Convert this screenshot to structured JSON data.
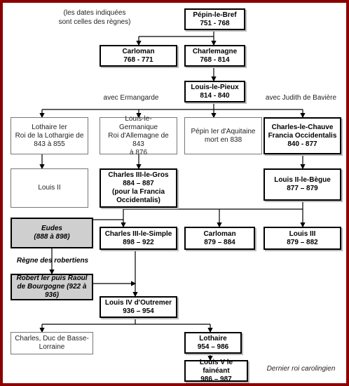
{
  "note": [
    "(les dates indiquées",
    "sont celles des règnes)"
  ],
  "people": {
    "pepin_le_bref": [
      "Pépin-le-Bref",
      "751 - 768"
    ],
    "carloman_1": [
      "Carloman",
      "768 - 771"
    ],
    "charlemagne": [
      "Charlemagne",
      "768 - 814"
    ],
    "louis_le_pieux": [
      "Louis-le-Pieux",
      "814 - 840"
    ],
    "lothaire_1": [
      "Lothaire Ier",
      "Roi de la Lothargie de",
      "843 à 855"
    ],
    "louis_le_germanique": [
      "Louis-le-",
      "Germanique",
      "Roi d'Allemagne de 843",
      "à 876"
    ],
    "pepin_aquitaine": [
      "Pépin Ier d'Aquitaine",
      "mort en 838"
    ],
    "charles_le_chauve": [
      "Charles-le-Chauve",
      "Francia Occidentalis",
      "840 - 877"
    ],
    "louis_ii": [
      "Louis II"
    ],
    "charles_le_gros": [
      "Charles III-le-Gros",
      "884 – 887",
      "(pour la Francia",
      "Occidentalis)"
    ],
    "louis_le_begue": [
      "Louis II-le-Bègue",
      "877 – 879"
    ],
    "eudes": [
      "Eudes",
      "(888 à 898)"
    ],
    "charles_le_simple": [
      "Charles III-le-Simple",
      "898 – 922"
    ],
    "carloman_2": [
      "Carloman",
      "879 – 884"
    ],
    "louis_iii": [
      "Louis III",
      "879 – 882"
    ],
    "robert_raoul": [
      "Robert Ier puis Raoul",
      "de Bourgogne (922 à",
      "936)"
    ],
    "louis_iv": [
      "Louis IV d'Outremer",
      "936 – 954"
    ],
    "charles_basse_lorraine": [
      "Charles, Duc de Basse-",
      "Lorraine"
    ],
    "lothaire_2": [
      "Lothaire",
      "954 – 986"
    ],
    "louis_v": [
      "Louis V le fainéant",
      "986 – 987"
    ]
  },
  "labels": {
    "avec_ermangarde": "avec Ermangarde",
    "avec_judith": "avec Judith de Bavière",
    "regne_robertiens": "Règne des robertiens",
    "dernier_roi": "Dernier roi carolingien"
  }
}
